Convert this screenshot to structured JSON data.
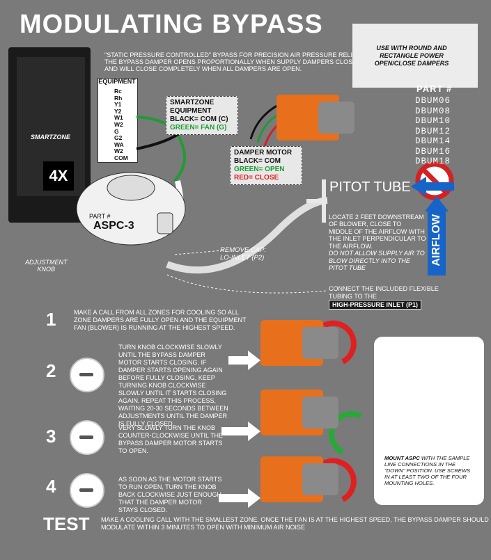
{
  "title": "MODULATING BYPASS",
  "intro": "\"STATIC PRESSURE CONTROLLED\" BYPASS FOR PRECISION AIR PRESSURE RELIEF. THE BYPASS DAMPER OPENS PROPORTIONALLY WHEN SUPPLY DAMPERS CLOSE AND WILL CLOSE COMPLETELY WHEN ALL DAMPERS ARE OPEN.",
  "panel": {
    "brand": "SMARTZONE",
    "hx": "4X"
  },
  "equipment": {
    "title": "EQUIPMENT",
    "terminals": [
      "Rc",
      "Rh",
      "Y1",
      "Y2",
      "W1",
      "W2",
      "G",
      "G2",
      "WA",
      "W2",
      "COM"
    ]
  },
  "smartzone_callout": {
    "title": "SMARTZONE EQUIPMENT",
    "black": "BLACK= COM (C)",
    "green": "GREEN= FAN (G)"
  },
  "damper_callout": {
    "title": "DAMPER MOTOR",
    "black": "BLACK= COM",
    "green": "GREEN= OPEN",
    "red": "RED= CLOSE"
  },
  "damper_box": "USE WITH ROUND AND RECTANGLE POWER OPEN/CLOSE DAMPERS",
  "part_heading": "PART #",
  "parts": [
    "DBUM06",
    "DBUM08",
    "DBUM10",
    "DBUM12",
    "DBUM14",
    "DBUM16",
    "DBUM18"
  ],
  "pitot": "PITOT TUBE",
  "airflow": "AIRFLOW",
  "locate": "LOCATE 2 FEET DOWNSTREAM OF BLOWER, CLOSE TO MIDDLE OF THE AIRFLOW  WITH THE INLET PERPENDICULAR TO THE AIRFLOW.",
  "locate_warning": "DO NOT ALLOW SUPPLY AIR TO BLOW DIRECTLY INTO THE PITOT TUBE",
  "sensor": {
    "part_label": "PART #",
    "part": "ASPC-3"
  },
  "remove_cap": "REMOVE CAP:\nLO-INLET (P2)",
  "adjustment": "ADJUSTMENT\nKNOB",
  "connect": "CONNECT THE INCLUDED FLEXIBLE TUBING TO THE",
  "high_inlet": "HIGH-PRESSURE INLET (P1)",
  "steps": [
    {
      "num": "1",
      "text": "MAKE A CALL FROM ALL ZONES FOR COOLING SO ALL ZONE DAMPERS ARE FULLY OPEN AND THE EQUIPMENT FAN (BLOWER) IS RUNNING AT THE HIGHEST SPEED."
    },
    {
      "num": "2",
      "text": "TURN KNOB CLOCKWISE SLOWLY UNTIL THE BYPASS DAMPER MOTOR STARTS CLOSING. IF DAMPER STARTS OPENING AGAIN BEFORE FULLY CLOSING, KEEP TURNING KNOB CLOCKWISE SLOWLY UNTIL IT STARTS CLOSING AGAIN. REPEAT THIS PROCESS, WAITING 20-30 SECONDS BETWEEN ADJUSTMENTS UNTIL THE DAMPER IS FULLY CLOSED."
    },
    {
      "num": "3",
      "text": "VERY SLOWLY TURN THE KNOB COUNTER-CLOCKWISE UNTIL THE BYPASS DAMPER MOTOR STARTS TO OPEN."
    },
    {
      "num": "4",
      "text": "AS SOON AS THE MOTOR STARTS TO RUN OPEN, TURN THE KNOB BACK CLOCKWISE JUST ENOUGH THAT THE DAMPER MOTOR STAYS CLOSED."
    }
  ],
  "mount": {
    "heading": "MOUNT ASPC",
    "text": " WITH THE SAMPLE LINE CONNECTIONS IN THE \"DOWN\" POSITION. USE SCREWS IN AT LEAST TWO OF THE FOUR MOUNTING HOLES."
  },
  "test": {
    "heading": "TEST",
    "text": "MAKE A COOLING CALL WITH THE SMALLEST ZONE. ONCE THE FAN IS AT THE HIGHEST SPEED, THE BYPASS DAMPER SHOULD MODULATE WITHIN 3 MINUTES TO OPEN WITH MINIMUM AIR NOISE"
  },
  "colors": {
    "orange": "#e86f1c",
    "blue": "#1664c8",
    "red": "#d22222",
    "green": "#1e9c33"
  }
}
